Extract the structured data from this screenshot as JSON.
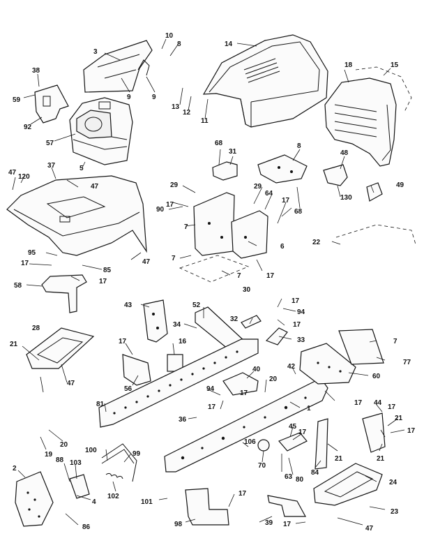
{
  "callouts": [
    {
      "id": "c3",
      "text": "3"
    },
    {
      "id": "c10",
      "text": "10"
    },
    {
      "id": "c8a",
      "text": "8"
    },
    {
      "id": "c14",
      "text": "14"
    },
    {
      "id": "c38",
      "text": "38"
    },
    {
      "id": "c59",
      "text": "59"
    },
    {
      "id": "c92",
      "text": "92"
    },
    {
      "id": "c9a",
      "text": "9"
    },
    {
      "id": "c9b",
      "text": "9"
    },
    {
      "id": "c57",
      "text": "57"
    },
    {
      "id": "c5",
      "text": "5"
    },
    {
      "id": "c13",
      "text": "13"
    },
    {
      "id": "c12",
      "text": "12"
    },
    {
      "id": "c11",
      "text": "11"
    },
    {
      "id": "c18",
      "text": "18"
    },
    {
      "id": "c15",
      "text": "15"
    },
    {
      "id": "c47a",
      "text": "47"
    },
    {
      "id": "c120",
      "text": "120"
    },
    {
      "id": "c37",
      "text": "37"
    },
    {
      "id": "c47b",
      "text": "47"
    },
    {
      "id": "c68a",
      "text": "68"
    },
    {
      "id": "c31",
      "text": "31"
    },
    {
      "id": "c8b",
      "text": "8"
    },
    {
      "id": "c48",
      "text": "48"
    },
    {
      "id": "c29a",
      "text": "29"
    },
    {
      "id": "c17a",
      "text": "17"
    },
    {
      "id": "c90",
      "text": "90"
    },
    {
      "id": "c29b",
      "text": "29"
    },
    {
      "id": "c64",
      "text": "64"
    },
    {
      "id": "c17b",
      "text": "17"
    },
    {
      "id": "c68b",
      "text": "68"
    },
    {
      "id": "c130",
      "text": "130"
    },
    {
      "id": "c49",
      "text": "49"
    },
    {
      "id": "c7a",
      "text": "7"
    },
    {
      "id": "c6",
      "text": "6"
    },
    {
      "id": "c22",
      "text": "22"
    },
    {
      "id": "c47c",
      "text": "47"
    },
    {
      "id": "c95",
      "text": "95"
    },
    {
      "id": "c17c",
      "text": "17"
    },
    {
      "id": "c85",
      "text": "85"
    },
    {
      "id": "c7b",
      "text": "7"
    },
    {
      "id": "c17d",
      "text": "17"
    },
    {
      "id": "c58",
      "text": "58"
    },
    {
      "id": "c7c",
      "text": "7"
    },
    {
      "id": "c17e",
      "text": "17"
    },
    {
      "id": "c30",
      "text": "30"
    },
    {
      "id": "c17f",
      "text": "17"
    },
    {
      "id": "c43",
      "text": "43"
    },
    {
      "id": "c52",
      "text": "52"
    },
    {
      "id": "c94a",
      "text": "94"
    },
    {
      "id": "c32",
      "text": "32"
    },
    {
      "id": "c28",
      "text": "28"
    },
    {
      "id": "c34",
      "text": "34"
    },
    {
      "id": "c17g",
      "text": "17"
    },
    {
      "id": "c33",
      "text": "33"
    },
    {
      "id": "c7d",
      "text": "7"
    },
    {
      "id": "c21a",
      "text": "21"
    },
    {
      "id": "c17h",
      "text": "17"
    },
    {
      "id": "c16",
      "text": "16"
    },
    {
      "id": "c77",
      "text": "77"
    },
    {
      "id": "c42",
      "text": "42"
    },
    {
      "id": "c56",
      "text": "56"
    },
    {
      "id": "c40",
      "text": "40"
    },
    {
      "id": "c60",
      "text": "60"
    },
    {
      "id": "c20a",
      "text": "20"
    },
    {
      "id": "c47d",
      "text": "47"
    },
    {
      "id": "c94b",
      "text": "94"
    },
    {
      "id": "c17i",
      "text": "17"
    },
    {
      "id": "c17j",
      "text": "17"
    },
    {
      "id": "c81",
      "text": "81"
    },
    {
      "id": "c17k",
      "text": "17"
    },
    {
      "id": "c1",
      "text": "1"
    },
    {
      "id": "c44",
      "text": "44"
    },
    {
      "id": "c17l",
      "text": "17"
    },
    {
      "id": "c36",
      "text": "36"
    },
    {
      "id": "c17m",
      "text": "17"
    },
    {
      "id": "c21b",
      "text": "21"
    },
    {
      "id": "c20b",
      "text": "20"
    },
    {
      "id": "c45",
      "text": "45"
    },
    {
      "id": "c17n",
      "text": "17"
    },
    {
      "id": "c19",
      "text": "19"
    },
    {
      "id": "c106",
      "text": "106"
    },
    {
      "id": "c100",
      "text": "100"
    },
    {
      "id": "c99",
      "text": "99"
    },
    {
      "id": "c21c",
      "text": "21"
    },
    {
      "id": "c21d",
      "text": "21"
    },
    {
      "id": "c2",
      "text": "2"
    },
    {
      "id": "c88",
      "text": "88"
    },
    {
      "id": "c103",
      "text": "103"
    },
    {
      "id": "c70",
      "text": "70"
    },
    {
      "id": "c63",
      "text": "63"
    },
    {
      "id": "c80",
      "text": "80"
    },
    {
      "id": "c84",
      "text": "84"
    },
    {
      "id": "c24",
      "text": "24"
    },
    {
      "id": "c4",
      "text": "4"
    },
    {
      "id": "c102",
      "text": "102"
    },
    {
      "id": "c101",
      "text": "101"
    },
    {
      "id": "c17o",
      "text": "17"
    },
    {
      "id": "c23",
      "text": "23"
    },
    {
      "id": "c86",
      "text": "86"
    },
    {
      "id": "c98",
      "text": "98"
    },
    {
      "id": "c39",
      "text": "39"
    },
    {
      "id": "c17p",
      "text": "17"
    },
    {
      "id": "c47e",
      "text": "47"
    }
  ]
}
